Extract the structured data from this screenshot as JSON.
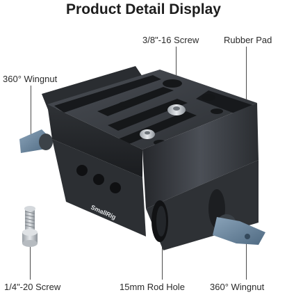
{
  "title": "Product Detail Display",
  "brand": "SmallRig",
  "labels": {
    "screw_38": "3/8\"-16 Screw",
    "rubber_pad": "Rubber Pad",
    "wingnut_left": "360° Wingnut",
    "screw_14": "1/4\"-20 Screw",
    "rod_hole": "15mm Rod Hole",
    "wingnut_right": "360° Wingnut"
  },
  "colors": {
    "body": "#3a3d42",
    "body_dark": "#1f2124",
    "body_light": "#5b5f66",
    "accent_blue": "#6f8aa3",
    "screw_silver": "#c9cdd2"
  }
}
